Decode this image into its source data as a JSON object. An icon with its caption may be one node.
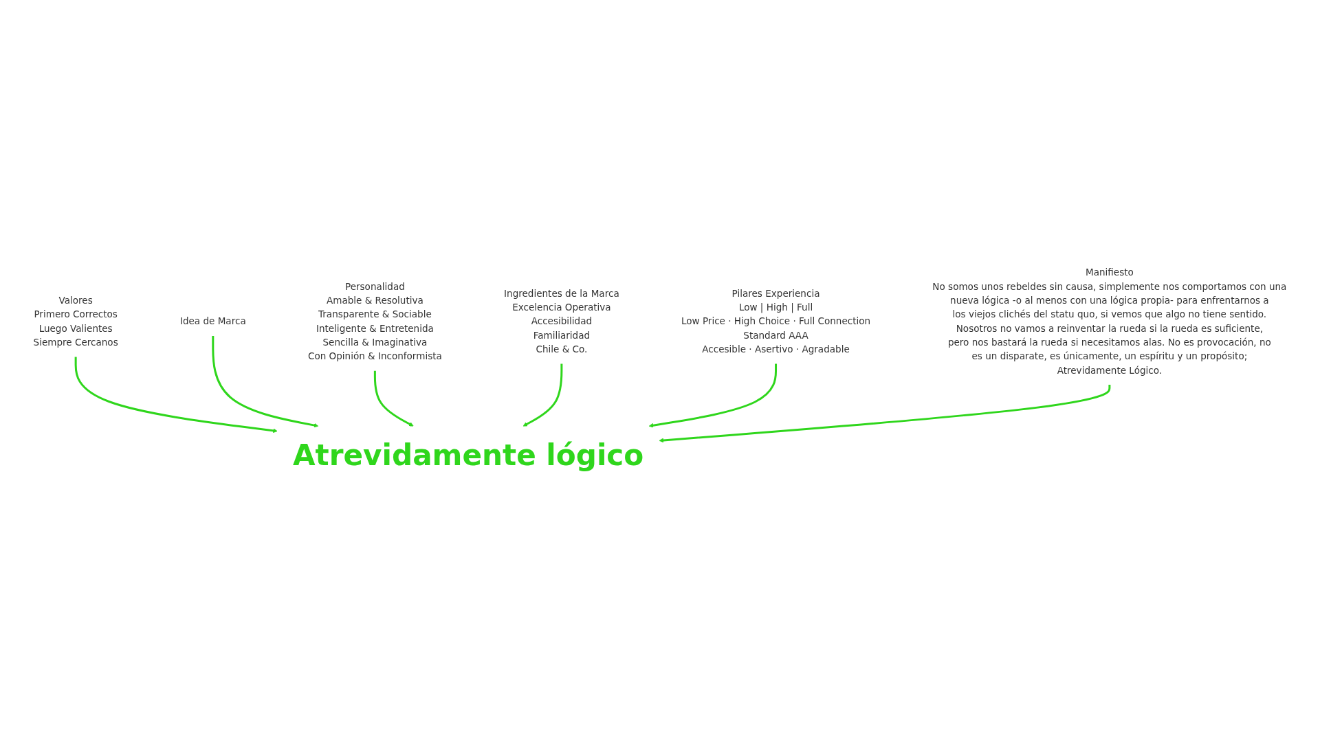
{
  "diagram": {
    "nodes": [
      {
        "text": [
          "Atrevidamente lógico"
        ]
      },
      {
        "text": [
          "Valores",
          "Primero Correctos",
          "Luego Valientes",
          "Siempre Cercanos"
        ]
      },
      {
        "text": [
          "Idea de Marca"
        ]
      },
      {
        "text": [
          "Personalidad",
          "Amable & Resolutiva",
          "Transparente & Sociable",
          "Inteligente & Entretenida",
          "Sencilla & Imaginativa",
          "Con Opinión & Inconformista"
        ]
      },
      {
        "text": [
          "Ingredientes de la Marca",
          "Excelencia Operativa",
          "Accesibilidad",
          "Familiaridad",
          "Chile & Co."
        ]
      },
      {
        "text": [
          "Pilares Experiencia",
          "Low | High | Full",
          "Low Price · High Choice · Full Connection",
          "Standard AAA",
          "Accesible · Asertivo · Agradable"
        ]
      },
      {
        "text": [
          "Manifiesto",
          "No somos unos rebeldes sin causa, simplemente nos comportamos con una nueva lógica -o al menos con una lógica propia- para enfrentarnos a los viejos clichés del statu quo, si vemos que algo no tiene sentido. Nosotros no vamos a reinventar la rueda si la rueda es suficiente, pero nos bastará la rueda si necesitamos alas. No es provocación, no es un disparate, es únicamente, un espíritu y un propósito; Atrevidamente Lógico."
        ]
      }
    ],
    "edges": [
      {
        "from": 1,
        "to": 0,
        "arrow": "to"
      },
      {
        "from": 2,
        "to": 0,
        "arrow": "to"
      },
      {
        "from": 3,
        "to": 0,
        "arrow": "to"
      },
      {
        "from": 4,
        "to": 0,
        "arrow": "to"
      },
      {
        "from": 5,
        "to": 0,
        "arrow": "to"
      },
      {
        "from": 6,
        "to": 0,
        "arrow": "to"
      }
    ]
  }
}
